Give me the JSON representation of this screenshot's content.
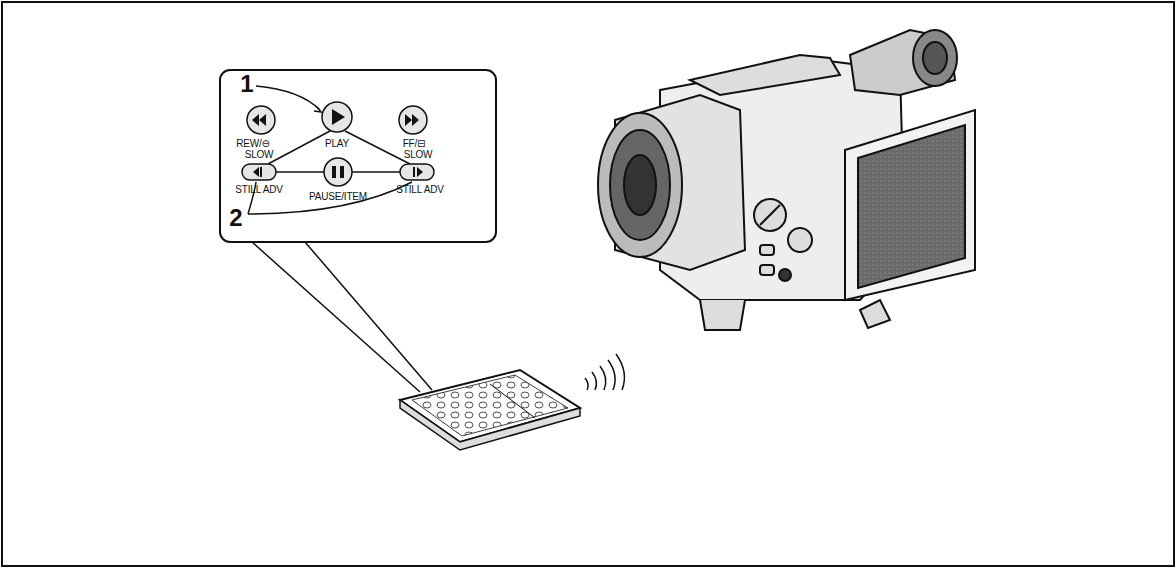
{
  "diagram": {
    "labels": [
      "1",
      "2",
      "REW/⊖",
      "PLAY",
      "FF/⊟",
      "SLOW",
      "SLOW",
      "STILL ADV",
      "PAUSE/ITEM",
      "STILL ADV"
    ]
  }
}
